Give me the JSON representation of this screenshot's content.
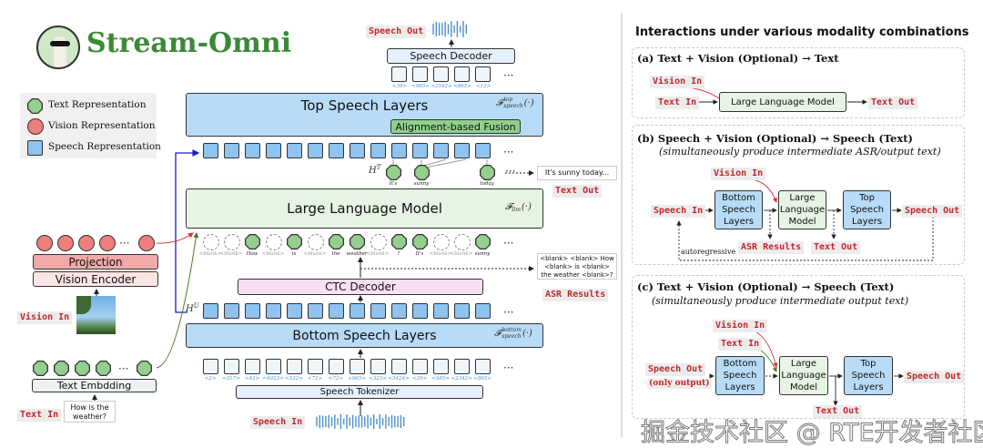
{
  "left": {
    "logo_text": "Stream-Omni",
    "legend": [
      {
        "label": "Text Representation",
        "shape": "octagon",
        "color": "#95cf8e"
      },
      {
        "label": "Vision Representation",
        "shape": "circle",
        "color": "#ee7f7c"
      },
      {
        "label": "Speech Representation",
        "shape": "square",
        "color": "#8fc3f0"
      }
    ],
    "speech_out_label": "Speech Out",
    "speech_decoder": "Speech Decoder",
    "decoder_tokens": [
      "<39>",
      "<985>",
      "<2542>",
      "<865>",
      "<13>"
    ],
    "top_speech_layers": "Top Speech Layers",
    "top_formula": "𝓕",
    "top_formula_sup": "top",
    "top_formula_sub": "speech",
    "alignment_fusion": "Alignment-based Fusion",
    "h_top": "H",
    "h_top_sup": "T",
    "top_text_tokens": [
      "It's",
      "sunny",
      "today"
    ],
    "output_text": "It's sunny today...",
    "text_out_label": "Text Out",
    "llm": "Large Language Model",
    "llm_formula": "𝓕",
    "llm_formula_sub": "llm",
    "ctc_tokens": [
      {
        "t": "<blank>",
        "blank": true
      },
      {
        "t": "<blank>",
        "blank": true
      },
      {
        "t": "How",
        "blank": false
      },
      {
        "t": "<blank>",
        "blank": true
      },
      {
        "t": "is",
        "blank": false
      },
      {
        "t": "<blank>",
        "blank": true
      },
      {
        "t": "the",
        "blank": false
      },
      {
        "t": "weather",
        "blank": false
      },
      {
        "t": "<blank>",
        "blank": true
      },
      {
        "t": "?",
        "blank": false
      },
      {
        "t": "It's",
        "blank": false
      },
      {
        "t": "<blank>",
        "blank": true
      },
      {
        "t": "<blank>",
        "blank": true
      },
      {
        "t": "sunny",
        "blank": false
      }
    ],
    "asr_text": "<blank> <blank> How <blank> is <blank> the weather <blank>?",
    "asr_results_label": "ASR Results",
    "ctc_decoder": "CTC Decoder",
    "h_bottom": "H",
    "h_bottom_sup": "U",
    "bottom_speech_layers": "Bottom Speech Layers",
    "bottom_formula": "𝓕",
    "bottom_formula_sup": "bottom",
    "bottom_formula_sub": "speech",
    "speech_tokens": [
      "<2>",
      "<317>",
      "<42>",
      "<4023>",
      "<532>",
      "<72>",
      "<72>",
      "<965>",
      "<323>",
      "<3424>",
      "<39>",
      "<985>",
      "<2342>",
      "<865>"
    ],
    "speech_tokenizer": "Speech Tokenizer",
    "speech_in_label": "Speech In",
    "projection": "Projection",
    "vision_encoder": "Vision Encoder",
    "vision_in_label": "Vision In",
    "text_embedding": "Text Embdding",
    "text_in_label": "Text In",
    "text_input": "How is the weather?",
    "ellipsis": "···"
  },
  "right": {
    "title": "Interactions under various modality combinations",
    "panel_a": {
      "title": "(a) Text + Vision (Optional) → Text",
      "vision_in": "Vision In",
      "text_in": "Text In",
      "llm": "Large Language Model",
      "text_out": "Text Out"
    },
    "panel_b": {
      "title": "(b)  Speech + Vision (Optional) → Speech (Text)",
      "subtitle": "(simultaneously produce intermediate ASR/output text)",
      "vision_in": "Vision In",
      "speech_in": "Speech In",
      "bottom": "Bottom Speech Layers",
      "llm": "Large Language Model",
      "top": "Top Speech Layers",
      "speech_out": "Speech Out",
      "asr_results": "ASR Results",
      "text_out": "Text Out",
      "autoregressive": "autoregressive"
    },
    "panel_c": {
      "title": "(c) Text + Vision (Optional) → Speech  (Text)",
      "subtitle": "(simultaneously produce intermediate output text)",
      "vision_in": "Vision In",
      "text_in": "Text In",
      "speech_out_only": "Speech Out",
      "only_output": "(only output)",
      "bottom": "Bottom Speech Layers",
      "llm": "Large Language Model",
      "top": "Top Speech Layers",
      "speech_out": "Speech Out",
      "text_out": "Text Out"
    }
  },
  "watermark": "掘金技术社区 @ RTE开发者社区"
}
